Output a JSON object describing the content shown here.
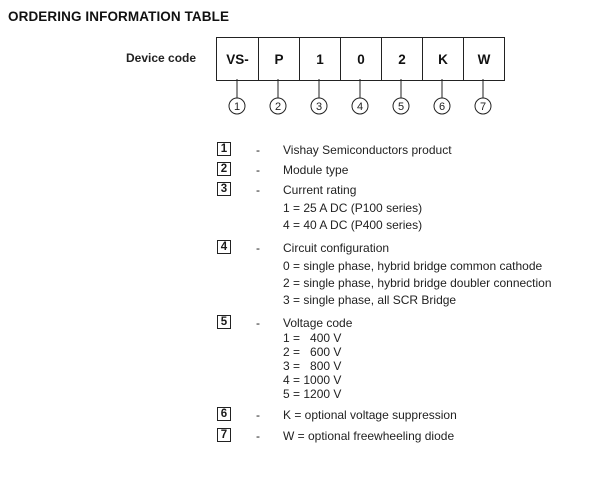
{
  "title": "ORDERING INFORMATION TABLE",
  "device_label": "Device code",
  "code_cells": [
    "VS-",
    "P",
    "1",
    "0",
    "2",
    "K",
    "W"
  ],
  "circle_numbers": [
    "1",
    "2",
    "3",
    "4",
    "5",
    "6",
    "7"
  ],
  "legend": [
    {
      "num": "1",
      "dash": "-",
      "text": "Vishay Semiconductors product",
      "sub": []
    },
    {
      "num": "2",
      "dash": "-",
      "text": "Module type",
      "sub": []
    },
    {
      "num": "3",
      "dash": "-",
      "text": "Current rating",
      "sub": [
        "1 = 25 A DC (P100 series)",
        "4 = 40 A DC (P400 series)"
      ]
    },
    {
      "num": "4",
      "dash": "-",
      "text": "Circuit configuration",
      "sub": [
        "0 = single phase, hybrid bridge common cathode",
        "2 = single phase, hybrid bridge doubler connection",
        "3 = single phase, all SCR Bridge"
      ]
    },
    {
      "num": "5",
      "dash": "-",
      "text": "Voltage code",
      "sub": [
        "1 =   400 V",
        "2 =   600 V",
        "3 =   800 V",
        "4 = 1000 V",
        "5 = 1200 V"
      ]
    },
    {
      "num": "6",
      "dash": "-",
      "text": "K = optional voltage suppression",
      "sub": []
    },
    {
      "num": "7",
      "dash": "-",
      "text": "W = optional freewheeling diode",
      "sub": []
    }
  ]
}
